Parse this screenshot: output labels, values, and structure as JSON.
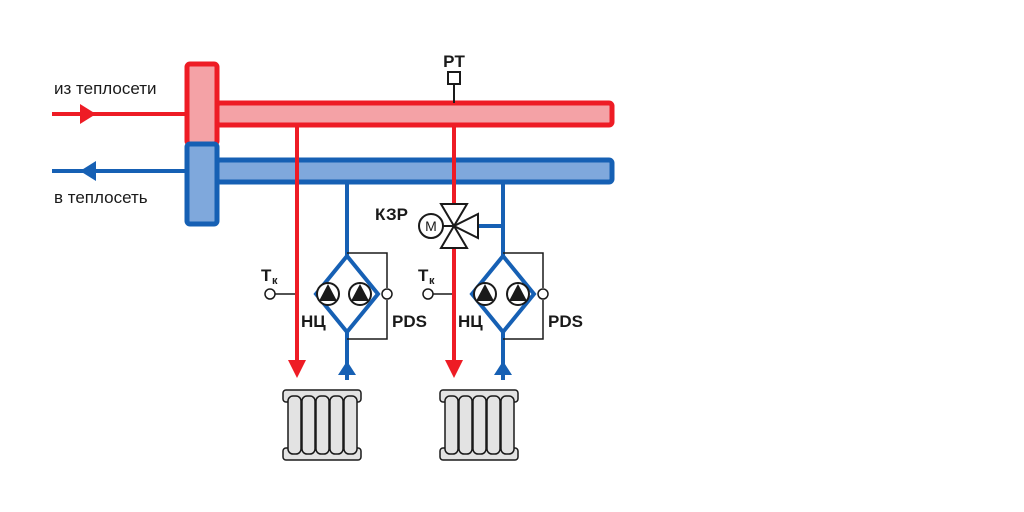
{
  "labels": {
    "supply_from_network": "из теплосети",
    "return_to_network": "в теплосеть",
    "pressure_sensor": "PT",
    "mixing_valve": "КЗР",
    "motor_symbol": "M",
    "temp_sensor": "T",
    "temp_sensor_sub": "к",
    "circulation_pump": "НЦ",
    "pressure_switch": "PDS"
  },
  "colors": {
    "supply_line": "#ee1c25",
    "supply_header_fill": "#f4a2a6",
    "return_line": "#1660b4",
    "return_header_fill": "#7fa8dc",
    "symbol_stroke": "#1a1a1a",
    "radiator_fill": "#e3e3e3"
  }
}
